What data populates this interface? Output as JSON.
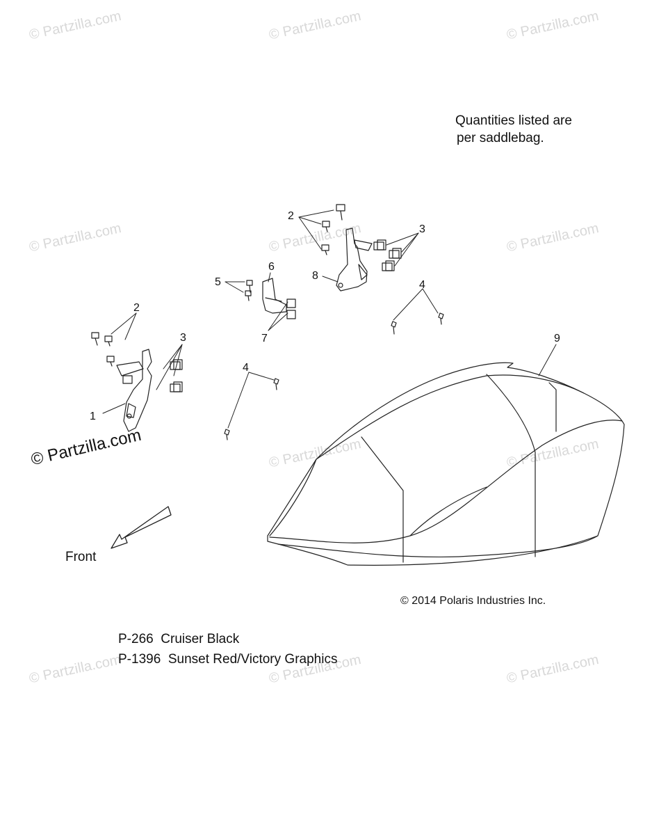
{
  "note": {
    "line1": "Quantities listed are",
    "line2": "per saddlebag."
  },
  "copyright": "© 2014 Polaris Industries Inc.",
  "front_label": "Front",
  "paint_codes": [
    {
      "code": "P-266",
      "desc": "Cruiser Black"
    },
    {
      "code": "P-1396",
      "desc": "Sunset Red/Victory Graphics"
    }
  ],
  "watermark": "© Partzilla.com",
  "callouts": [
    "1",
    "2",
    "2",
    "3",
    "3",
    "4",
    "4",
    "5",
    "6",
    "7",
    "8",
    "9"
  ],
  "colors": {
    "line": "#222222",
    "watermark": "#d8d8d8"
  }
}
